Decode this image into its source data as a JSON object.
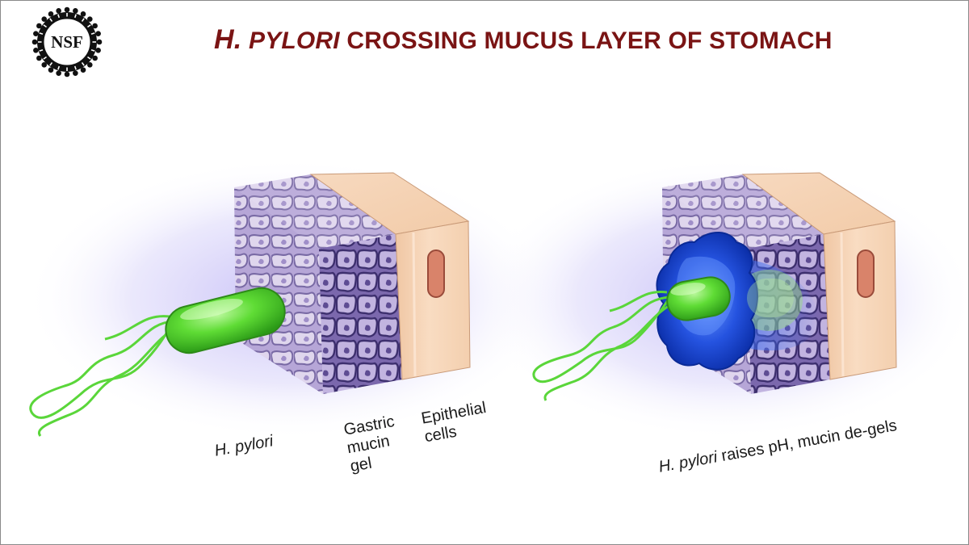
{
  "logo": {
    "text": "NSF"
  },
  "title": {
    "part1": "H.",
    "part2": "PYLORI",
    "part3": " CROSSING MUCUS LAYER OF STOMACH"
  },
  "labels": {
    "bacterium": "H. pylori",
    "mucin_line1": "Gastric",
    "mucin_line2": "mucin",
    "mucin_line3": "gel",
    "epithelial_line1": "Epithelial",
    "epithelial_line2": "cells",
    "right_italic": "H. pylori",
    "right_rest": " raises pH, mucin de-gels"
  },
  "colors": {
    "title": "#7a1414",
    "bacterium": "#4fd32f",
    "mucin": "#9b86c2",
    "epithelial": "#f6d5b8",
    "nucleus": "#d9836a",
    "degelled_zone": "#1f4fd6",
    "glow": "#a99cf0"
  }
}
